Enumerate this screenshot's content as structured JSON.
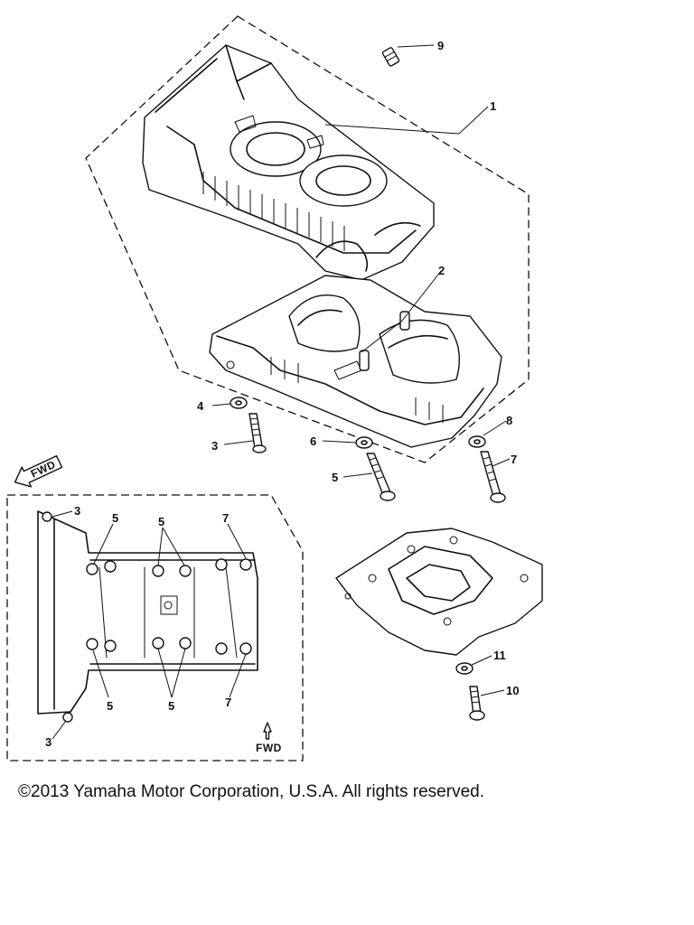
{
  "callouts": {
    "c1": "1",
    "c2": "2",
    "c3a": "3",
    "c4": "4",
    "c5a": "5",
    "c6": "6",
    "c7a": "7",
    "c8": "8",
    "c9": "9",
    "c10": "10",
    "c11": "11",
    "i3top": "3",
    "i3bot": "3",
    "i5tl": "5",
    "i5tm": "5",
    "i5bl": "5",
    "i5bm": "5",
    "i7t": "7",
    "i7b": "7"
  },
  "fwd_main": "FWD",
  "fwd_inset": "FWD",
  "copyright": "©2013 Yamaha Motor Corporation, U.S.A. All rights reserved."
}
